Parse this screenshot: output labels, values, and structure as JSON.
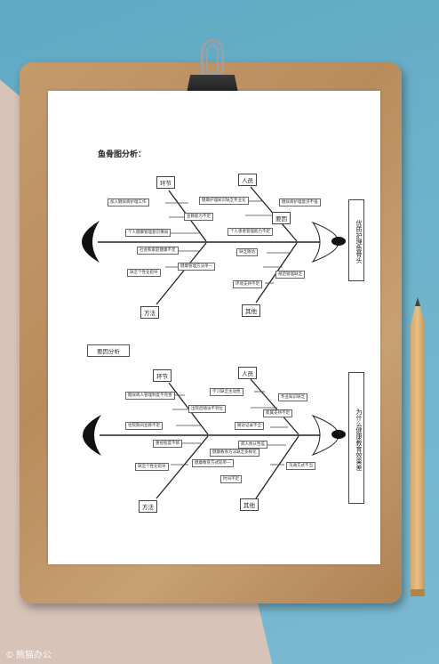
{
  "diagram1": {
    "title": "鱼骨图分析：",
    "categories": {
      "c1": "环节",
      "c2": "人员",
      "c3": "方法",
      "c4": "其他",
      "c5": "要因"
    },
    "effect": "优质护理鱼骨头",
    "items": {
      "i1": "加入糖尿病护理工作",
      "i2": "健康护理知识缺乏专业化",
      "i3": "宣教能力不足",
      "i4": "糖尿病护理意识不强",
      "i5": "个人健康管理意识薄弱",
      "i6": "个人患者管理能力不足",
      "i7": "社会和家庭健康不足",
      "i8": "健康管理方法单一",
      "i9": "缺乏个性化指导",
      "i10": "缺乏随访",
      "i11": "规范管理缺乏",
      "i12": "环境支持不足"
    }
  },
  "diagram2": {
    "title": "要因分析",
    "categories": {
      "c1": "环节",
      "c2": "人员",
      "c3": "方法",
      "c4": "其他"
    },
    "effect": "为什么健康教育效果差",
    "items": {
      "i1": "糖尿病人管理制度不完善",
      "i2": "学习缺乏主动性",
      "i3": "专业知识缺乏",
      "i4": "出院后随访不到位",
      "i5": "住院期间宣教不足",
      "i6": "重视程度不够",
      "i7": "随访记录不全",
      "i8": "健康教育方式较单一",
      "i9": "时间不足",
      "i10": "缺乏个性化指导",
      "i11": "健康教育方法缺乏多样化",
      "i12": "病人依从性差",
      "i13": "家属支持不足",
      "i14": "沟通方式不当"
    }
  },
  "watermark": "熊猫办公"
}
